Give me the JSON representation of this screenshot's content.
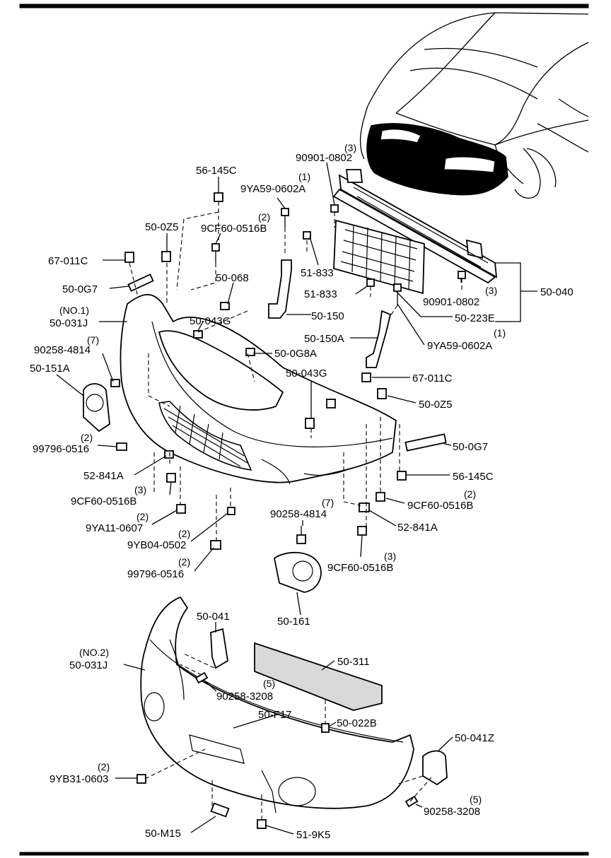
{
  "callouts": [
    {
      "id": "c1",
      "code": "90901-0802",
      "qty": "(3)"
    },
    {
      "id": "c2",
      "code": "9YA59-0602A",
      "qty": "(1)"
    },
    {
      "id": "c3",
      "code": "56-145C",
      "qty": ""
    },
    {
      "id": "c4",
      "code": "50-0Z5",
      "qty": ""
    },
    {
      "id": "c5",
      "code": "9CF60-0516B",
      "qty": "(2)"
    },
    {
      "id": "c6",
      "code": "67-011C",
      "qty": ""
    },
    {
      "id": "c7",
      "code": "51-833",
      "qty": ""
    },
    {
      "id": "c8",
      "code": "50-0G7",
      "qty": ""
    },
    {
      "id": "c9",
      "code": "50-068",
      "qty": ""
    },
    {
      "id": "c10",
      "code": "51-833",
      "qty": ""
    },
    {
      "id": "c11",
      "code": "90901-0802",
      "qty": "(3)"
    },
    {
      "id": "c12",
      "code": "50-040",
      "qty": ""
    },
    {
      "id": "c13",
      "code": "50-031J",
      "qty": "(NO.1)"
    },
    {
      "id": "c14",
      "code": "50-043G",
      "qty": ""
    },
    {
      "id": "c15",
      "code": "50-150",
      "qty": ""
    },
    {
      "id": "c16",
      "code": "50-223E",
      "qty": ""
    },
    {
      "id": "c17",
      "code": "50-150A",
      "qty": ""
    },
    {
      "id": "c18",
      "code": "9YA59-0602A",
      "qty": "(1)"
    },
    {
      "id": "c19",
      "code": "90258-4814",
      "qty": "(7)"
    },
    {
      "id": "c20",
      "code": "50-0G8A",
      "qty": ""
    },
    {
      "id": "c21",
      "code": "50-151A",
      "qty": ""
    },
    {
      "id": "c22",
      "code": "50-043G",
      "qty": ""
    },
    {
      "id": "c23",
      "code": "67-011C",
      "qty": ""
    },
    {
      "id": "c24",
      "code": "50-0Z5",
      "qty": ""
    },
    {
      "id": "c25",
      "code": "99796-0516",
      "qty": "(2)"
    },
    {
      "id": "c26",
      "code": "50-0G7",
      "qty": ""
    },
    {
      "id": "c27",
      "code": "52-841A",
      "qty": ""
    },
    {
      "id": "c28",
      "code": "56-145C",
      "qty": ""
    },
    {
      "id": "c29",
      "code": "9CF60-0516B",
      "qty": "(3)"
    },
    {
      "id": "c30",
      "code": "9CF60-0516B",
      "qty": "(2)"
    },
    {
      "id": "c31",
      "code": "90258-4814",
      "qty": "(7)"
    },
    {
      "id": "c32",
      "code": "9YA11-0607",
      "qty": "(2)"
    },
    {
      "id": "c33",
      "code": "52-841A",
      "qty": ""
    },
    {
      "id": "c34",
      "code": "9YB04-0502",
      "qty": "(2)"
    },
    {
      "id": "c35",
      "code": "99796-0516",
      "qty": "(2)"
    },
    {
      "id": "c36",
      "code": "9CF60-0516B",
      "qty": "(3)"
    },
    {
      "id": "c37",
      "code": "50-161",
      "qty": ""
    },
    {
      "id": "c38",
      "code": "50-041",
      "qty": ""
    },
    {
      "id": "c39",
      "code": "50-031J",
      "qty": "(NO.2)"
    },
    {
      "id": "c40",
      "code": "50-311",
      "qty": ""
    },
    {
      "id": "c41",
      "code": "90258-3208",
      "qty": "(5)"
    },
    {
      "id": "c42",
      "code": "50-F17",
      "qty": ""
    },
    {
      "id": "c43",
      "code": "50-022B",
      "qty": ""
    },
    {
      "id": "c44",
      "code": "50-041Z",
      "qty": ""
    },
    {
      "id": "c45",
      "code": "9YB31-0603",
      "qty": "(2)"
    },
    {
      "id": "c46",
      "code": "90258-3208",
      "qty": "(5)"
    },
    {
      "id": "c47",
      "code": "50-M15",
      "qty": ""
    },
    {
      "id": "c48",
      "code": "51-9K5",
      "qty": ""
    }
  ]
}
